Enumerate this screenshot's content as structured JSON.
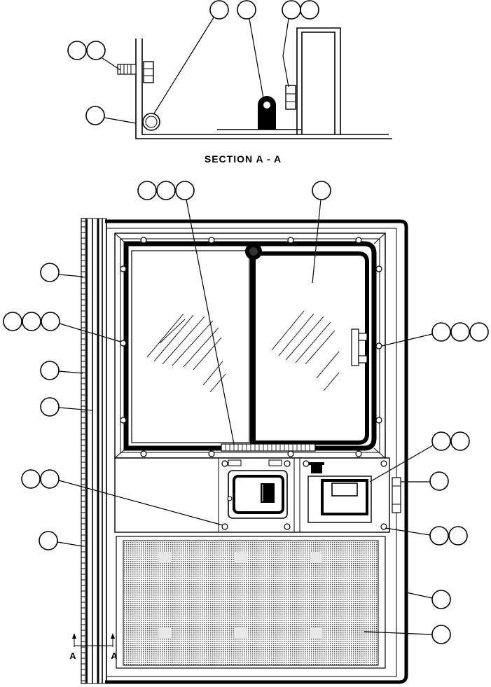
{
  "section_title": "SECTION A - A",
  "section_marker_left": "A",
  "section_marker_right": "A"
}
